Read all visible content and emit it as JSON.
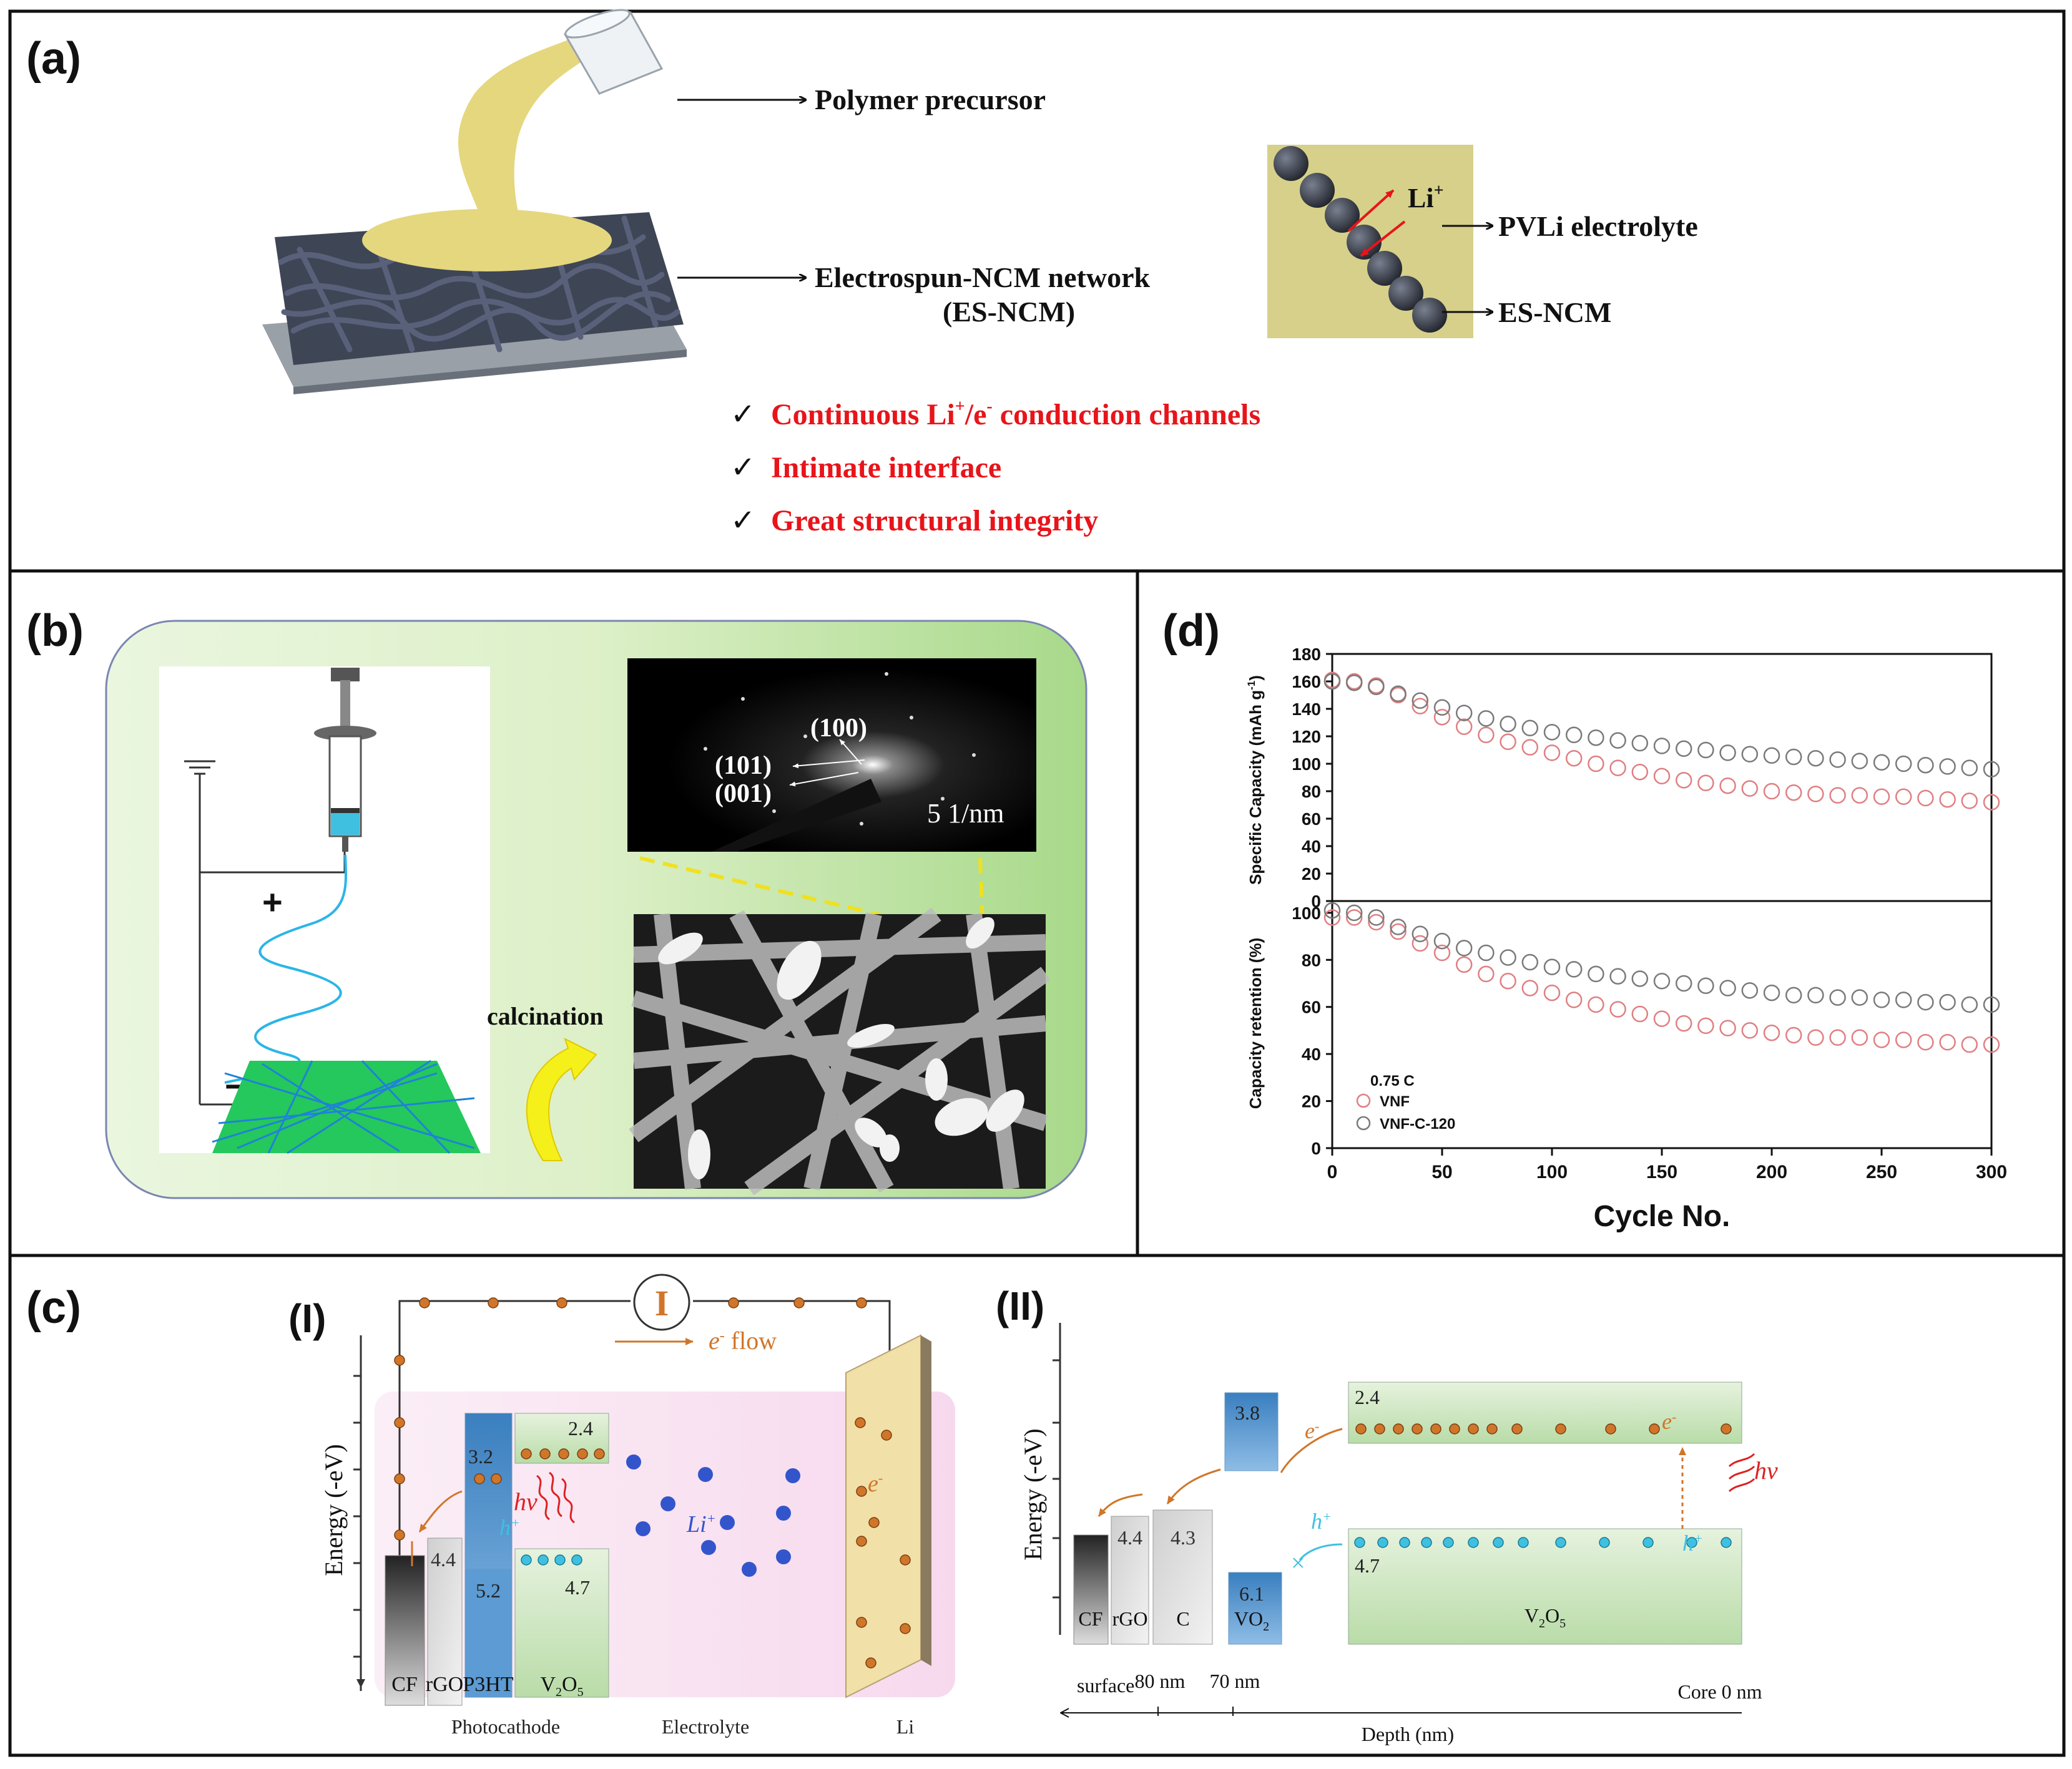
{
  "panel_a": {
    "label": "(a)",
    "arrow_labels": {
      "polymer": "Polymer precursor",
      "network_1": "Electrospun-NCM network",
      "network_2": "(ES-NCM)",
      "li": "Li",
      "li_sup": "+",
      "pvli": "PVLi electrolyte",
      "esncm": "ES-NCM"
    },
    "checks": [
      {
        "text_1": "Continuous Li",
        "sup_1": "+",
        "text_2": "/e",
        "sup_2": "-",
        "text_3": " conduction channels"
      },
      {
        "text_1": "Intimate interface"
      },
      {
        "text_1": "Great structural integrity"
      }
    ],
    "check_mark": "✓",
    "colors": {
      "check_text": "#e8141a",
      "inset_bg": "#d6d08a",
      "pour": "#e4d77e",
      "fiber": "#4a5160"
    }
  },
  "panel_b": {
    "label": "(b)",
    "plus": "+",
    "minus": "−",
    "calcination": "calcination",
    "saed": {
      "p100": "(100)",
      "p101": "(101)",
      "p001": "(001)",
      "scale": "5 1/nm"
    },
    "colors": {
      "panel_bg": "#c6e6a8",
      "fiber": "#2ab5e8",
      "collector": "#24c85c"
    }
  },
  "panel_c": {
    "label": "(c)",
    "part1": {
      "label": "(I)",
      "meter": "I",
      "eflow": "e",
      "eflow_sup": "-",
      "eflow_tail": " flow",
      "axis": "Energy (-eV)",
      "levels": {
        "cf": "CF",
        "rgo": "rGO",
        "p3ht": "P3HT",
        "v2o5_v": "V",
        "v2o5_2": "2",
        "v2o5_o": "O",
        "v2o5_5": "5",
        "n44": "4.4",
        "n32": "3.2",
        "n52": "5.2",
        "n24": "2.4",
        "n47": "4.7"
      },
      "hv": "hν",
      "hplus": "h",
      "hplus_sup": "+",
      "li_ion": "Li",
      "li_ion_sup": "+",
      "e_minus": "e",
      "e_minus_sup": "-",
      "bottom": {
        "photocathode": "Photocathode",
        "electrolyte": "Electrolyte",
        "li": "Li"
      }
    },
    "part2": {
      "label": "(II)",
      "axis": "Energy (-eV)",
      "levels": {
        "n38": "3.8",
        "n24": "2.4",
        "n44": "4.4",
        "n43": "4.3",
        "n61": "6.1",
        "n47": "4.7",
        "cf": "CF",
        "rgo": "rGO",
        "c": "C",
        "vo_v": "VO",
        "vo_2": "2",
        "v2o5_v": "V",
        "v2o5_2": "2",
        "v2o5_o": "O",
        "v2o5_5": "5"
      },
      "hv": "hν",
      "e_minus": "e",
      "e_minus_sup": "-",
      "hplus": "h",
      "hplus_sup": "+",
      "cross": "×",
      "depth_labels": {
        "surface": "surface",
        "d80": "80 nm",
        "d70": "70 nm",
        "core": "Core 0 nm"
      },
      "depth_axis": "Depth (nm)"
    },
    "colors": {
      "electron": "#d0762a",
      "hole": "#3fc0e0",
      "li_ion": "#3355cc",
      "blue_box": "#4a8fc8",
      "green_box": "#cfe6c0",
      "li_plate": "#f1e0a8",
      "hv": "#d22"
    }
  },
  "panel_d": {
    "label": "(d)",
    "chart_data": {
      "type": "scatter",
      "subplots": [
        {
          "ylabel": "Specific Capacity (mAh g",
          "ylabel_sup": "-1",
          "ylabel_tail": ")",
          "ylim": [
            0,
            180
          ],
          "yticks": [
            "0",
            "20",
            "40",
            "60",
            "80",
            "100",
            "120",
            "140",
            "160",
            "180"
          ],
          "series": [
            {
              "name": "VNF",
              "color": "#e07f82",
              "points": [
                [
                  0,
                  161
                ],
                [
                  10,
                  160
                ],
                [
                  20,
                  157
                ],
                [
                  30,
                  150
                ],
                [
                  40,
                  142
                ],
                [
                  50,
                  134
                ],
                [
                  60,
                  127
                ],
                [
                  70,
                  121
                ],
                [
                  80,
                  116
                ],
                [
                  90,
                  112
                ],
                [
                  100,
                  108
                ],
                [
                  110,
                  104
                ],
                [
                  120,
                  100
                ],
                [
                  130,
                  97
                ],
                [
                  140,
                  94
                ],
                [
                  150,
                  91
                ],
                [
                  160,
                  88
                ],
                [
                  170,
                  86
                ],
                [
                  180,
                  84
                ],
                [
                  190,
                  82
                ],
                [
                  200,
                  80
                ],
                [
                  210,
                  79
                ],
                [
                  220,
                  78
                ],
                [
                  230,
                  77
                ],
                [
                  240,
                  77
                ],
                [
                  250,
                  76
                ],
                [
                  260,
                  76
                ],
                [
                  270,
                  75
                ],
                [
                  280,
                  74
                ],
                [
                  290,
                  73
                ],
                [
                  300,
                  72
                ]
              ]
            },
            {
              "name": "VNF-C-120",
              "color": "#7a7a7a",
              "points": [
                [
                  0,
                  160
                ],
                [
                  10,
                  159
                ],
                [
                  20,
                  156
                ],
                [
                  30,
                  151
                ],
                [
                  40,
                  146
                ],
                [
                  50,
                  141
                ],
                [
                  60,
                  137
                ],
                [
                  70,
                  133
                ],
                [
                  80,
                  129
                ],
                [
                  90,
                  126
                ],
                [
                  100,
                  123
                ],
                [
                  110,
                  121
                ],
                [
                  120,
                  119
                ],
                [
                  130,
                  117
                ],
                [
                  140,
                  115
                ],
                [
                  150,
                  113
                ],
                [
                  160,
                  111
                ],
                [
                  170,
                  110
                ],
                [
                  180,
                  108
                ],
                [
                  190,
                  107
                ],
                [
                  200,
                  106
                ],
                [
                  210,
                  105
                ],
                [
                  220,
                  104
                ],
                [
                  230,
                  103
                ],
                [
                  240,
                  102
                ],
                [
                  250,
                  101
                ],
                [
                  260,
                  100
                ],
                [
                  270,
                  99
                ],
                [
                  280,
                  98
                ],
                [
                  290,
                  97
                ],
                [
                  300,
                  96
                ]
              ]
            }
          ]
        },
        {
          "ylabel": "Capacity retention (%)",
          "ylim": [
            0,
            105
          ],
          "yticks": [
            "0",
            "20",
            "40",
            "60",
            "80",
            "100"
          ],
          "series": [
            {
              "name": "VNF",
              "color": "#e07f82",
              "points": [
                [
                  0,
                  98
                ],
                [
                  10,
                  98
                ],
                [
                  20,
                  96
                ],
                [
                  30,
                  92
                ],
                [
                  40,
                  87
                ],
                [
                  50,
                  83
                ],
                [
                  60,
                  78
                ],
                [
                  70,
                  74
                ],
                [
                  80,
                  71
                ],
                [
                  90,
                  68
                ],
                [
                  100,
                  66
                ],
                [
                  110,
                  63
                ],
                [
                  120,
                  61
                ],
                [
                  130,
                  59
                ],
                [
                  140,
                  57
                ],
                [
                  150,
                  55
                ],
                [
                  160,
                  53
                ],
                [
                  170,
                  52
                ],
                [
                  180,
                  51
                ],
                [
                  190,
                  50
                ],
                [
                  200,
                  49
                ],
                [
                  210,
                  48
                ],
                [
                  220,
                  47
                ],
                [
                  230,
                  47
                ],
                [
                  240,
                  47
                ],
                [
                  250,
                  46
                ],
                [
                  260,
                  46
                ],
                [
                  270,
                  45
                ],
                [
                  280,
                  45
                ],
                [
                  290,
                  44
                ],
                [
                  300,
                  44
                ]
              ]
            },
            {
              "name": "VNF-C-120",
              "color": "#7a7a7a",
              "points": [
                [
                  0,
                  101
                ],
                [
                  10,
                  100
                ],
                [
                  20,
                  98
                ],
                [
                  30,
                  94
                ],
                [
                  40,
                  91
                ],
                [
                  50,
                  88
                ],
                [
                  60,
                  85
                ],
                [
                  70,
                  83
                ],
                [
                  80,
                  81
                ],
                [
                  90,
                  79
                ],
                [
                  100,
                  77
                ],
                [
                  110,
                  76
                ],
                [
                  120,
                  74
                ],
                [
                  130,
                  73
                ],
                [
                  140,
                  72
                ],
                [
                  150,
                  71
                ],
                [
                  160,
                  70
                ],
                [
                  170,
                  69
                ],
                [
                  180,
                  68
                ],
                [
                  190,
                  67
                ],
                [
                  200,
                  66
                ],
                [
                  210,
                  65
                ],
                [
                  220,
                  65
                ],
                [
                  230,
                  64
                ],
                [
                  240,
                  64
                ],
                [
                  250,
                  63
                ],
                [
                  260,
                  63
                ],
                [
                  270,
                  62
                ],
                [
                  280,
                  62
                ],
                [
                  290,
                  61
                ],
                [
                  300,
                  61
                ]
              ]
            }
          ]
        }
      ],
      "xlabel": "Cycle No.",
      "xlim": [
        0,
        300
      ],
      "xticks": [
        "0",
        "50",
        "100",
        "150",
        "200",
        "250",
        "300"
      ],
      "legend": {
        "title": "0.75 C",
        "entries": [
          "VNF",
          "VNF-C-120"
        ],
        "placement": "bottom-left"
      }
    }
  }
}
